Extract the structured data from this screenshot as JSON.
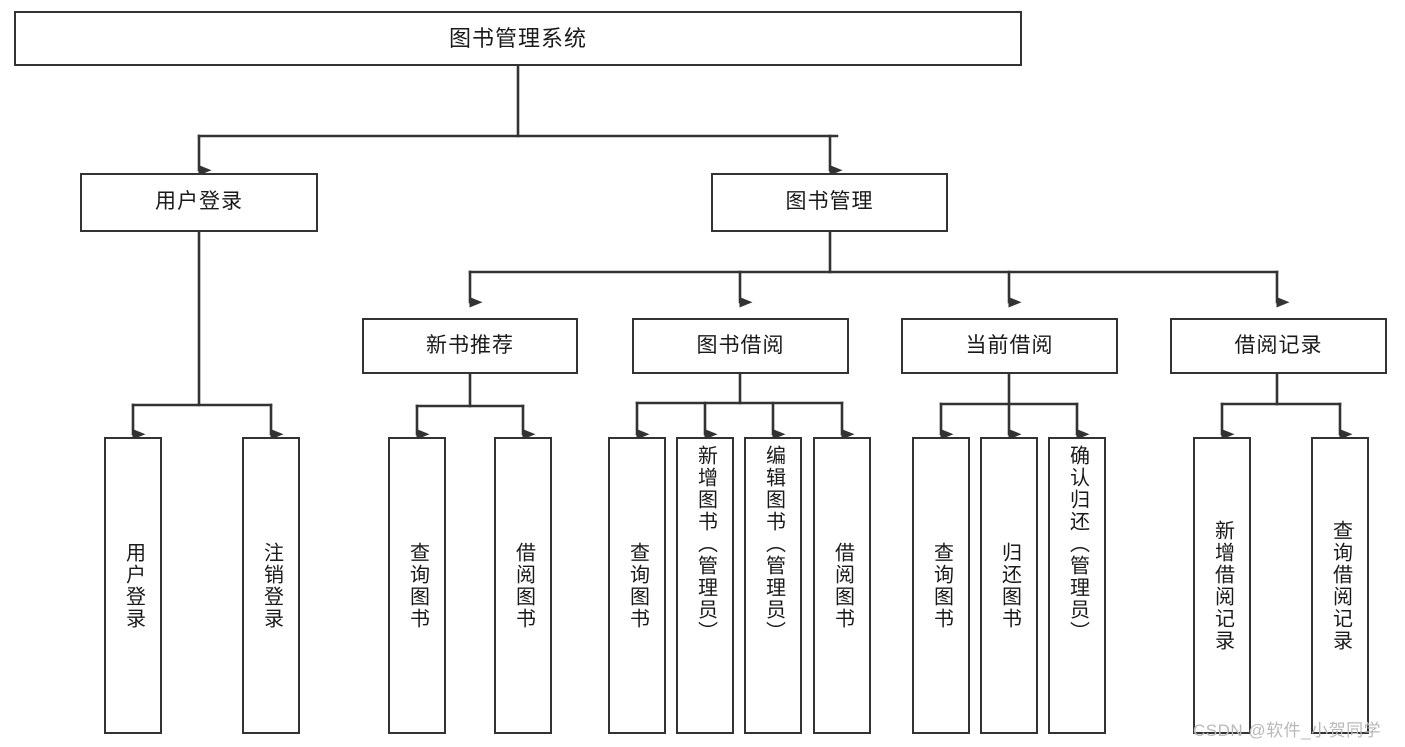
{
  "diagram": {
    "title": "图书管理系统",
    "type": "functional-structure-tree",
    "orientation": "top-down",
    "style": {
      "border_color": "#333333",
      "fill_color": "#ffffff",
      "text_color": "#1a1a1a",
      "background": "#ffffff",
      "watermark_color": "#b9b9b9"
    },
    "nodes": {
      "root": {
        "id": "root",
        "label": "图书管理系统",
        "level": 0
      },
      "l1": [
        {
          "id": "user-login",
          "label": "用户登录",
          "level": 1
        },
        {
          "id": "book-manage",
          "label": "图书管理",
          "level": 1
        }
      ],
      "l2": [
        {
          "id": "new-book-recommend",
          "label": "新书推荐",
          "level": 2,
          "parent": "book-manage"
        },
        {
          "id": "book-borrow",
          "label": "图书借阅",
          "level": 2,
          "parent": "book-manage"
        },
        {
          "id": "current-borrow",
          "label": "当前借阅",
          "level": 2,
          "parent": "book-manage"
        },
        {
          "id": "borrow-record",
          "label": "借阅记录",
          "level": 2,
          "parent": "book-manage"
        }
      ],
      "leaves": {
        "user_login": [
          {
            "id": "leaf-user-login",
            "label": "用户登录"
          },
          {
            "id": "leaf-logout-login",
            "label": "注销登录"
          }
        ],
        "new_book_recommend": [
          {
            "id": "leaf-query-book-1",
            "label": "查询图书"
          },
          {
            "id": "leaf-borrow-book-1",
            "label": "借阅图书"
          }
        ],
        "book_borrow": [
          {
            "id": "leaf-query-book-2",
            "label": "查询图书"
          },
          {
            "id": "leaf-add-book-admin",
            "label": "新增图书（管理员）"
          },
          {
            "id": "leaf-edit-book-admin",
            "label": "编辑图书（管理员）"
          },
          {
            "id": "leaf-borrow-book-2",
            "label": "借阅图书"
          }
        ],
        "current_borrow": [
          {
            "id": "leaf-query-book-3",
            "label": "查询图书"
          },
          {
            "id": "leaf-return-book",
            "label": "归还图书"
          },
          {
            "id": "leaf-confirm-return-admin",
            "label": "确认归还（管理员）"
          }
        ],
        "borrow_record": [
          {
            "id": "leaf-add-borrow-record",
            "label": "新增借阅记录"
          },
          {
            "id": "leaf-query-borrow-record",
            "label": "查询借阅记录"
          }
        ]
      }
    },
    "watermark": "CSDN @软件_小贺同学"
  }
}
